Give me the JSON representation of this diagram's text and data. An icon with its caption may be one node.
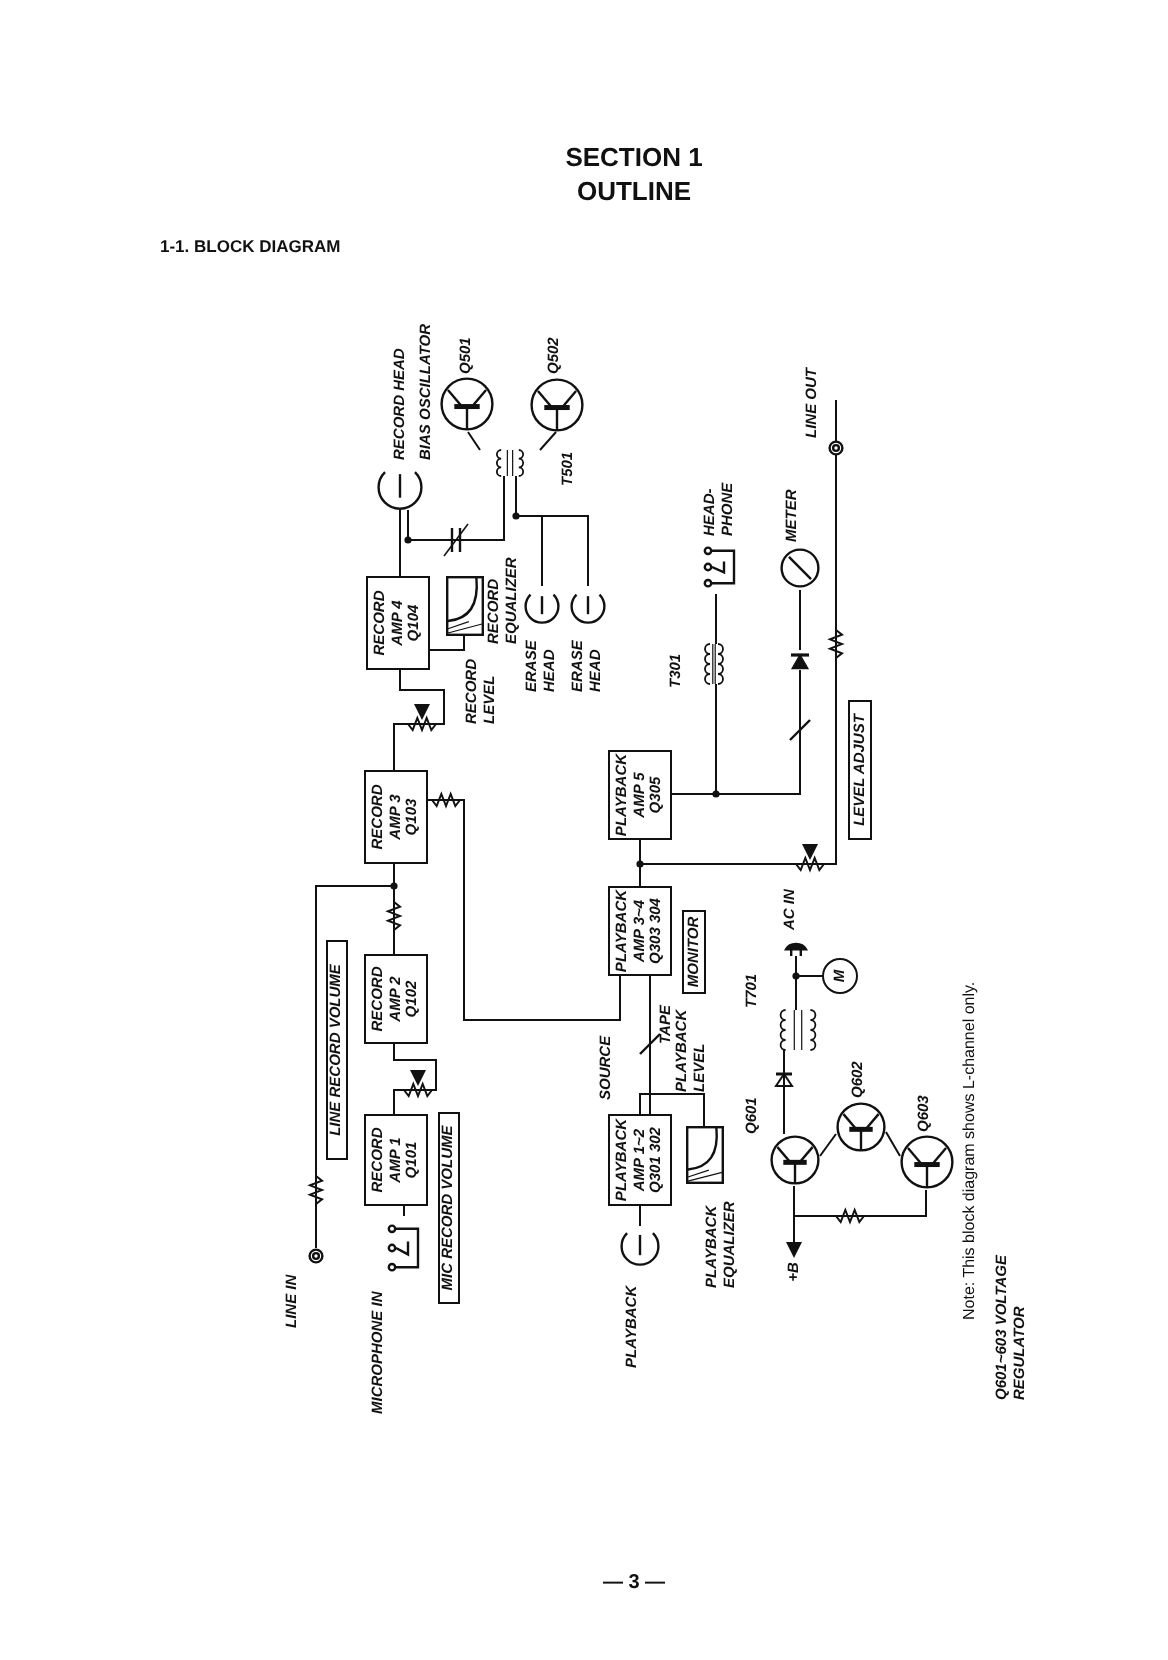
{
  "diagram": {
    "title": "SECTION 1 OUTLINE",
    "nodes": [
      {
        "text": [],
        "shape": "circle",
        "beside": [
          "LINE IN"
        ]
      },
      {
        "text": [
          "LINE RECORD VOLUME"
        ]
      },
      {
        "text": [],
        "shape": "jack",
        "beside": [
          "MICROPHONE IN"
        ]
      },
      {
        "text": [
          "RECORD AMP 1 Q101"
        ]
      },
      {
        "text": [
          "MIC RECORD VOLUME"
        ]
      },
      {
        "text": [
          "RECORD AMP 2 Q102"
        ]
      },
      {
        "text": [
          "RECORD AMP 3 Q103"
        ]
      },
      {
        "text": [
          "RECORD AMP 4 Q104"
        ]
      },
      {
        "text": [],
        "shape": "box",
        "beside": [
          "RECORD EQUALIZER"
        ]
      },
      {
        "text": [],
        "shape": "head",
        "beside": [
          "RECORD HEAD"
        ]
      },
      {
        "text": [],
        "shape": "circle",
        "beside": [
          "Q501"
        ]
      },
      {
        "text": [],
        "shape": "circle",
        "beside": [
          "Q502"
        ]
      },
      {
        "text": [],
        "shape": "coil",
        "beside": [
          "T501"
        ]
      },
      {
        "text": [],
        "shape": "head",
        "beside": [
          "ERASE HEAD"
        ]
      },
      {
        "text": [],
        "shape": "head",
        "beside": [
          "ERASE HEAD"
        ]
      },
      {
        "text": [],
        "shape": "head",
        "beside": [
          "PLAYBACK"
        ]
      },
      {
        "text": [
          "PLAYBACK AMP 1~2 Q301 302"
        ]
      },
      {
        "text": [],
        "shape": "box",
        "beside": [
          "PLAYBACK EQUALIZER"
        ]
      },
      {
        "text": [
          "PLAYBACK AMP 3~4 Q303 304"
        ]
      },
      {
        "text": [
          "MONITOR"
        ]
      },
      {
        "text": [
          "PLAYBACK AMP 5 Q305"
        ]
      },
      {
        "text": [],
        "shape": "coil",
        "beside": [
          "T301"
        ]
      },
      {
        "text": [],
        "shape": "jack",
        "beside": [
          "HEAD-PHONE"
        ]
      },
      {
        "text": [],
        "shape": "circle",
        "beside": [
          "METER"
        ]
      },
      {
        "text": [
          "LEVEL ADJUST"
        ]
      },
      {
        "text": [],
        "shape": "circle",
        "beside": [
          "LINE OUT"
        ]
      },
      {
        "text": [],
        "shape": "plug",
        "beside": [
          "AC IN"
        ]
      },
      {
        "text": [
          "M"
        ]
      },
      {
        "text": [],
        "shape": "coil",
        "beside": [
          "T701"
        ]
      },
      {
        "text": [],
        "shape": "circle",
        "beside": [
          "Q601"
        ]
      },
      {
        "text": [],
        "shape": "circle",
        "beside": [
          "Q602"
        ]
      },
      {
        "text": [],
        "shape": "circle",
        "beside": [
          "Q603"
        ]
      },
      {
        "text": [],
        "shape": "diode"
      },
      {
        "text": [
          "+B"
        ]
      }
    ],
    "edges": [
      {
        "from": 0,
        "to": 6,
        "arrow": "none"
      },
      {
        "from": 2,
        "to": 3,
        "arrow": "none"
      },
      {
        "from": 3,
        "to": 5,
        "arrow": "none"
      },
      {
        "from": 5,
        "to": 6,
        "arrow": "none"
      },
      {
        "from": 6,
        "to": 7,
        "arrow": "none"
      },
      {
        "from": 8,
        "to": 7,
        "arrow": "none"
      },
      {
        "from": 7,
        "to": 9,
        "arrow": "none"
      },
      {
        "from": 12,
        "to": 9,
        "arrow": "none"
      },
      {
        "from": 10,
        "to": 12,
        "arrow": "none"
      },
      {
        "from": 11,
        "to": 12,
        "arrow": "none"
      },
      {
        "from": 12,
        "to": 13,
        "arrow": "none"
      },
      {
        "from": 12,
        "to": 14,
        "arrow": "none"
      },
      {
        "from": 15,
        "to": 16,
        "arrow": "none"
      },
      {
        "from": 16,
        "to": 17,
        "arrow": "none"
      },
      {
        "from": 16,
        "to": 18,
        "arrow": "none"
      },
      {
        "from": 6,
        "to": 18,
        "arrow": "none"
      },
      {
        "from": 18,
        "to": 20,
        "arrow": "none"
      },
      {
        "from": 20,
        "to": 21,
        "arrow": "none"
      },
      {
        "from": 21,
        "to": 22,
        "arrow": "none"
      },
      {
        "from": 20,
        "to": 32,
        "arrow": "none"
      },
      {
        "from": 18,
        "to": 25,
        "arrow": "none"
      },
      {
        "from": 26,
        "to": 27,
        "arrow": "none"
      },
      {
        "from": 26,
        "to": 28,
        "arrow": "none"
      },
      {
        "from": 28,
        "to": 29,
        "arrow": "none"
      },
      {
        "from": 29,
        "to": 30,
        "arrow": "none"
      },
      {
        "from": 30,
        "to": 31,
        "arrow": "none"
      },
      {
        "from": 29,
        "to": 31,
        "arrow": "none"
      },
      {
        "from": 29,
        "to": 33,
        "arrow": "to"
      },
      {
        "from": 32,
        "to": 23,
        "arrow": "none"
      }
    ],
    "labels": [
      "1-1. BLOCK DIAGRAM",
      "BIAS OSCILLATOR",
      "RECORD LEVEL",
      "SOURCE",
      "TAPE",
      "PLAYBACK LEVEL",
      "Q601~603 VOLTAGE REGULATOR",
      "Note: This block diagram shows L-channel only.",
      "— 3 —"
    ]
  }
}
